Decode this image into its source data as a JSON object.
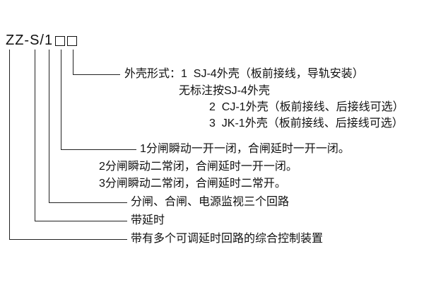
{
  "model": {
    "code": "ZZ-S/1"
  },
  "shell_form": {
    "line1": "外壳形式：1  SJ-4外壳（板前接线，导轨安装）",
    "line2": "无标注按SJ-4外壳",
    "line3": "2  CJ-1外壳（板前接线、后接线可选）",
    "line4": "3  JK-1外壳（板前接线、后接线可选）"
  },
  "contact_config": {
    "line1": "1分闸瞬动一开一闭，合闸延时一开一闭。",
    "line2": "2分闸瞬动二常闭，合闸延时一开一闭。",
    "line3": "3分闸瞬动二常闭，合闸延时二常开。"
  },
  "loops_label": "分闸、合闸、电源监视三个回路",
  "delay_label": "带延时",
  "device_label": "带有多个可调延时回路的综合控制装置",
  "colors": {
    "background": "#ffffff",
    "text": "#111111",
    "line": "#222222"
  }
}
